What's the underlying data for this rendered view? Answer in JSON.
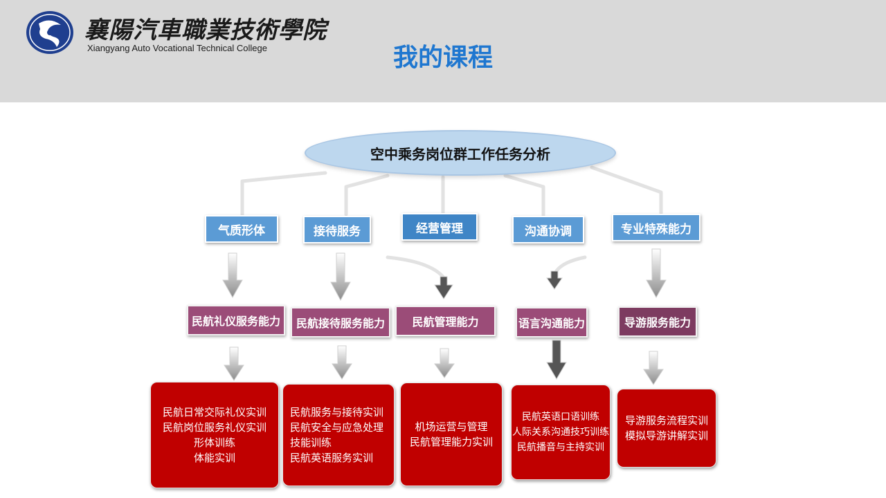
{
  "header": {
    "school_name_cn": "襄陽汽車職業技術學院",
    "school_name_en": "Xiangyang Auto Vocational Technical College",
    "page_title": "我的课程"
  },
  "diagram": {
    "root": "空中乘务岗位群工作任务分析",
    "branches": [
      {
        "category": "气质形体",
        "ability": "民航礼仪服务能力",
        "training": [
          "民航日常交际礼仪实训",
          "民航岗位服务礼仪实训",
          "形体训练",
          "体能实训"
        ]
      },
      {
        "category": "接待服务",
        "ability": "民航接待服务能力",
        "training": [
          "民航服务与接待实训",
          "民航安全与应急处理",
          "技能训练",
          "民航英语服务实训"
        ]
      },
      {
        "category": "经营管理",
        "ability": "民航管理能力",
        "training": [
          "机场运营与管理",
          "民航管理能力实训"
        ]
      },
      {
        "category": "沟通协调",
        "ability": "语言沟通能力",
        "training": [
          "民航英语口语训练",
          "人际关系沟通技巧训练",
          "民航播音与主持实训"
        ]
      },
      {
        "category": "专业特殊能力",
        "ability": "导游服务能力",
        "training": [
          "导游服务流程实训",
          "模拟导游讲解实训"
        ]
      }
    ]
  },
  "colors": {
    "header_bg": "#d9d9d9",
    "title": "#1f77d0",
    "root_fill": "#bdd7ee",
    "category_fill": "#5b9bd5",
    "ability_fill": "#9b4c78",
    "training_fill": "#c00000"
  }
}
